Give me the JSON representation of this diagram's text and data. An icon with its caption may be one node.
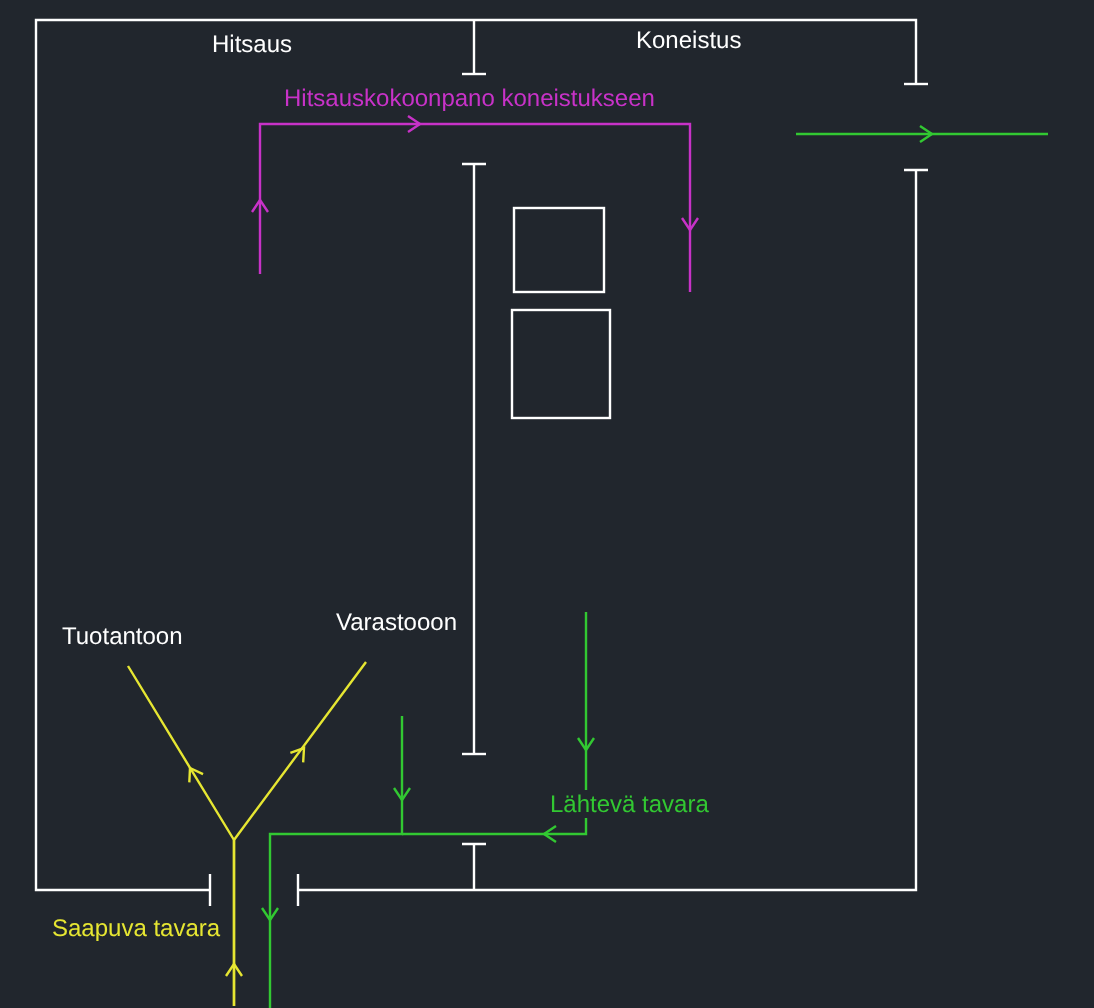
{
  "diagram": {
    "nodes": [
      {
        "text": [
          "Tuotantoon"
        ]
      },
      {
        "text": [
          "Varastooon"
        ]
      },
      {
        "text": [
          "Saapuva tavara"
        ]
      }
    ],
    "edges": [
      {
        "from": 2,
        "to": 0,
        "arrow": "to"
      },
      {
        "from": 2,
        "to": 1,
        "arrow": "to"
      }
    ],
    "labels": [
      "Hitsaus",
      "Koneistus",
      "Hitsauskokoonpano koneistukseen",
      "Lähtevä tavara"
    ]
  }
}
